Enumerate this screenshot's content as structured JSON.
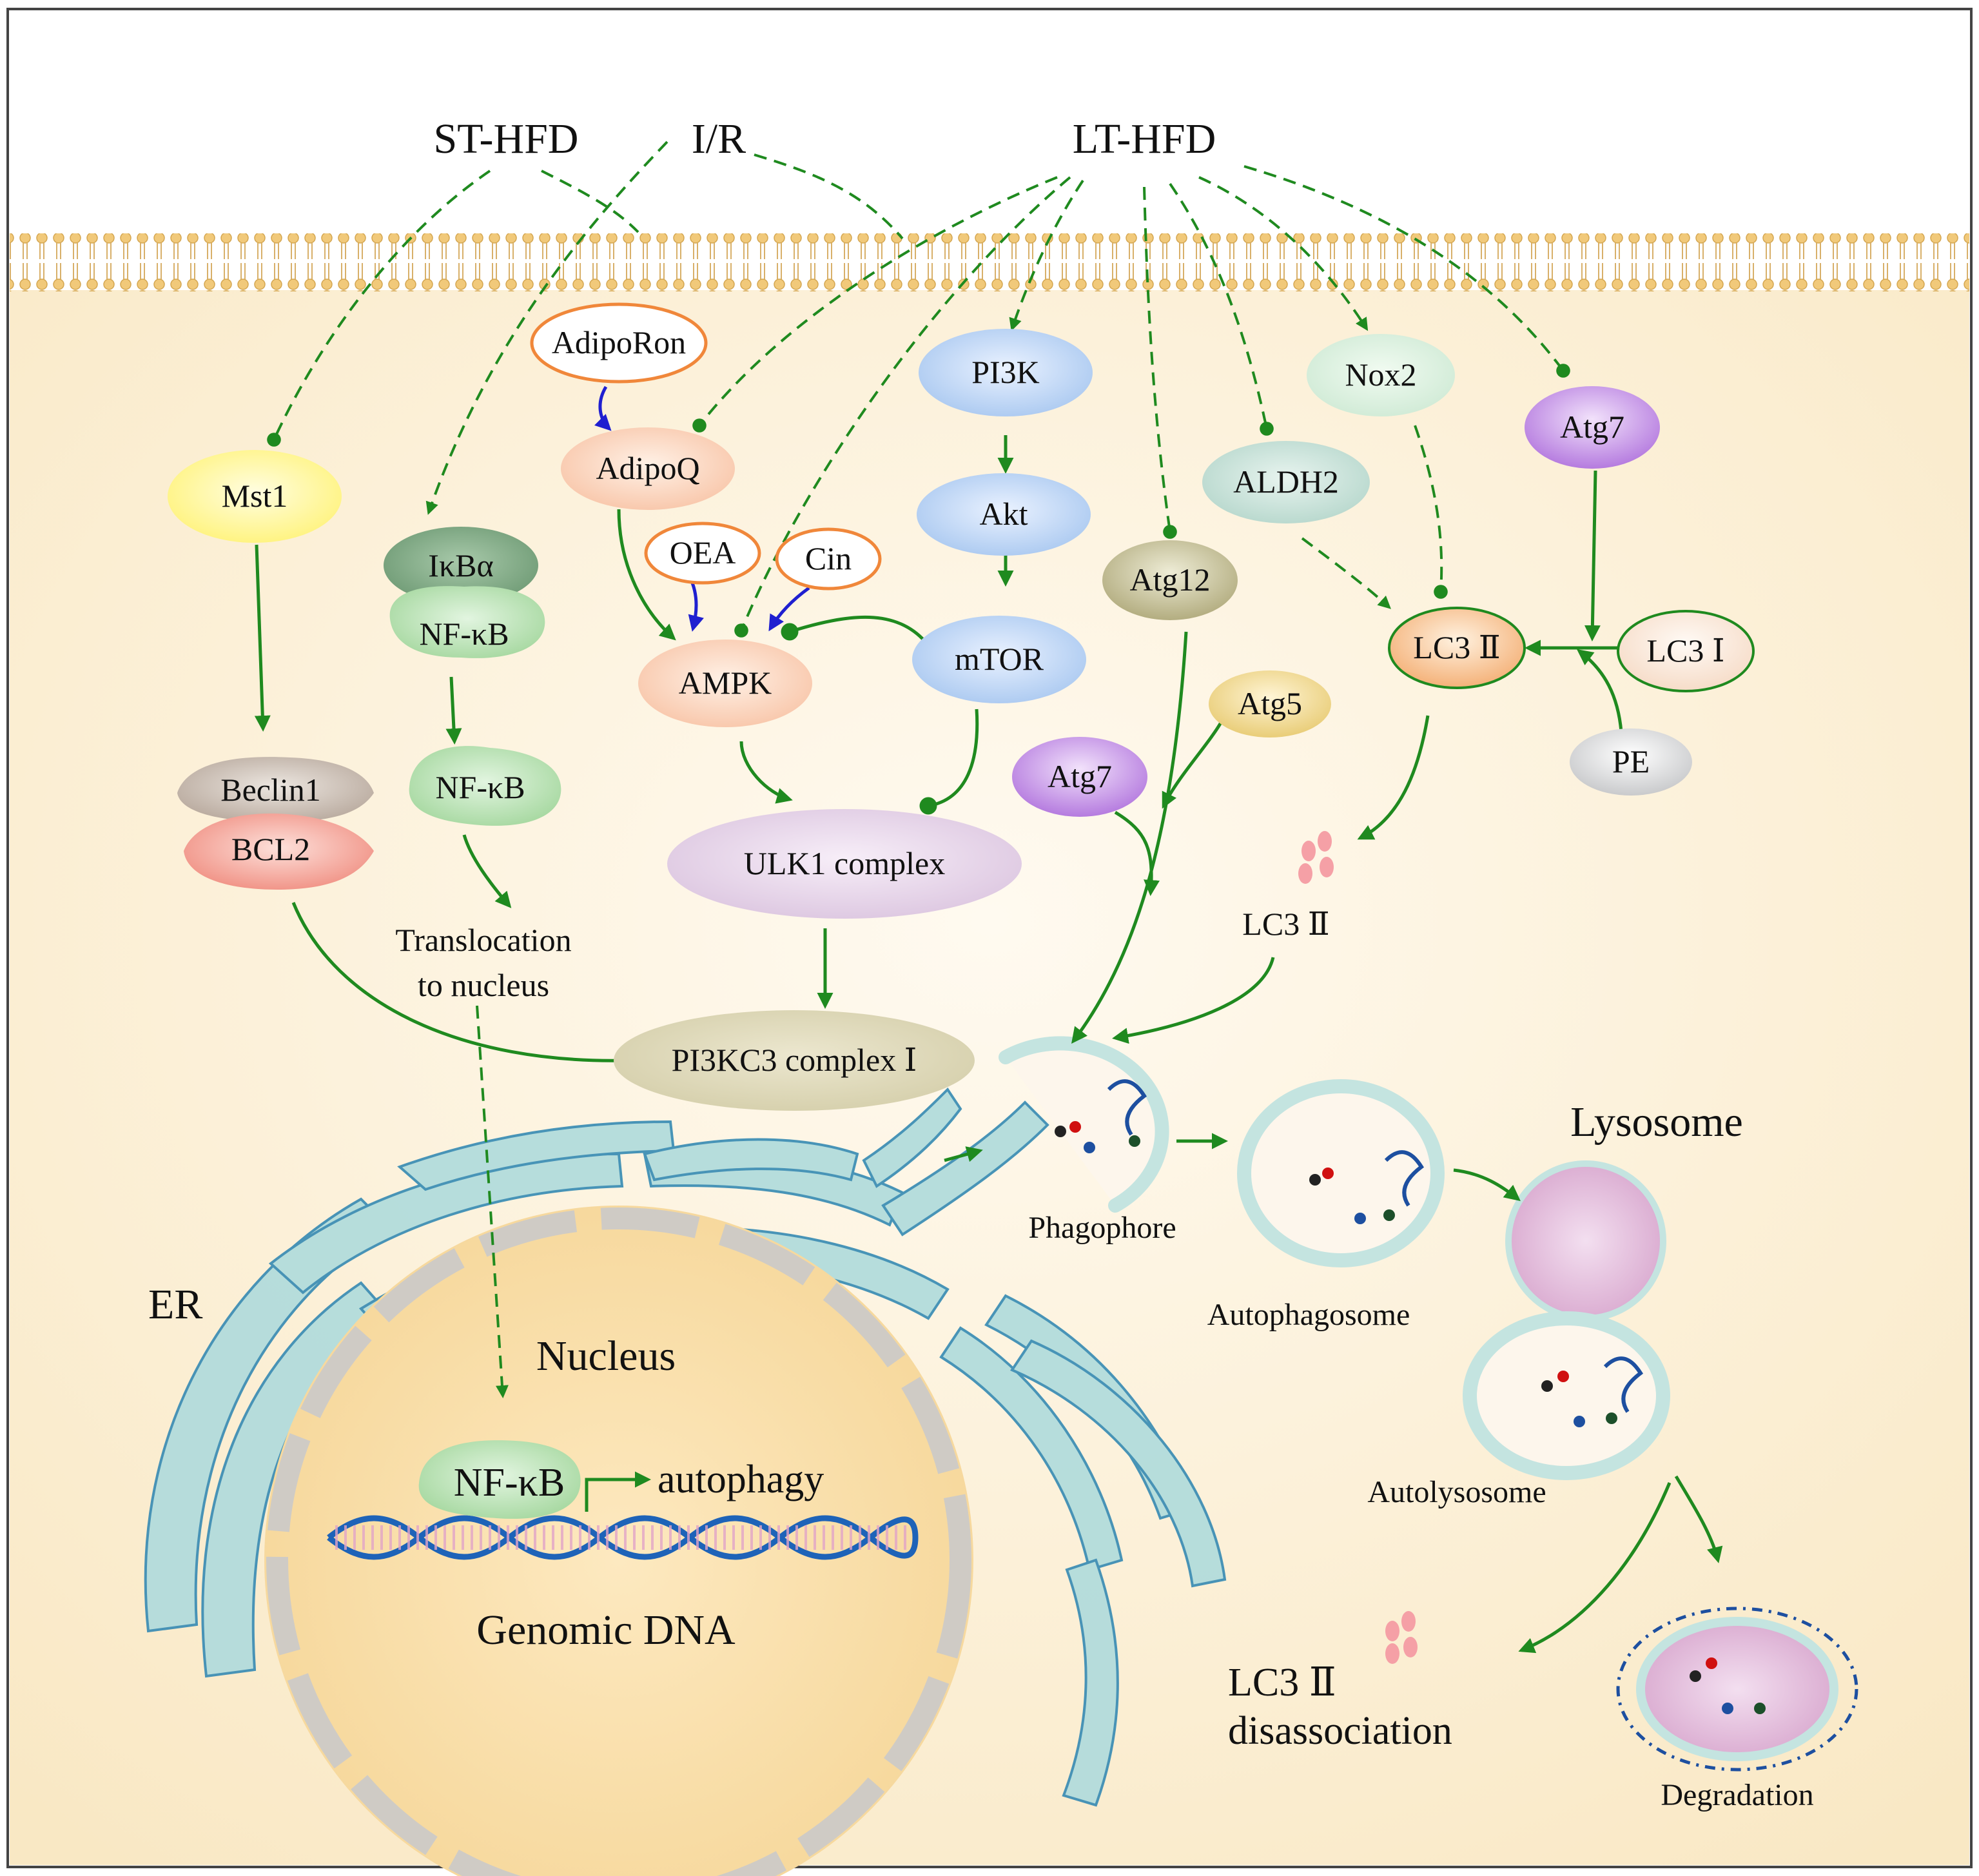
{
  "stimuli": {
    "st_hfd": "ST-HFD",
    "ir": "I/R",
    "lt_hfd": "LT-HFD"
  },
  "molecules": {
    "mst1": "Mst1",
    "ikba": "IκBα",
    "nfkb": "NF-κB",
    "beclin1": "Beclin1",
    "bcl2": "BCL2",
    "adiporon": "AdipoRon",
    "adipoq": "AdipoQ",
    "oea": "OEA",
    "cin": "Cin",
    "ampk": "AMPK",
    "pi3k": "PI3K",
    "akt": "Akt",
    "mtor": "mTOR",
    "ulk1": "ULK1 complex",
    "pi3kc3": "PI3KC3 complex Ⅰ",
    "atg12": "Atg12",
    "atg5": "Atg5",
    "atg7": "Atg7",
    "nox2": "Nox2",
    "aldh2": "ALDH2",
    "lc3_2": "LC3 Ⅱ",
    "lc3_1": "LC3 Ⅰ",
    "pe": "PE"
  },
  "labels": {
    "translocation_line1": "Translocation",
    "translocation_line2": "to nucleus",
    "lc3_2_free": "LC3 Ⅱ",
    "phagophore": "Phagophore",
    "autophagosome": "Autophagosome",
    "lysosome": "Lysosome",
    "autolysosome": "Autolysosome",
    "degradation": "Degradation",
    "lc3_dis_line1": "LC3 Ⅱ",
    "lc3_dis_line2": "disassociation",
    "er": "ER",
    "nucleus": "Nucleus",
    "nucleus_nfkb": "NF-κB",
    "autophagy": "autophagy",
    "genomic_dna": "Genomic DNA"
  },
  "colors": {
    "activation": "#1f8a1f",
    "drug_arrow": "#1f1fd0",
    "cytoplasm": "#fbedd0",
    "er": "#a8d8d8",
    "nucleus": "#fbe3b0"
  }
}
